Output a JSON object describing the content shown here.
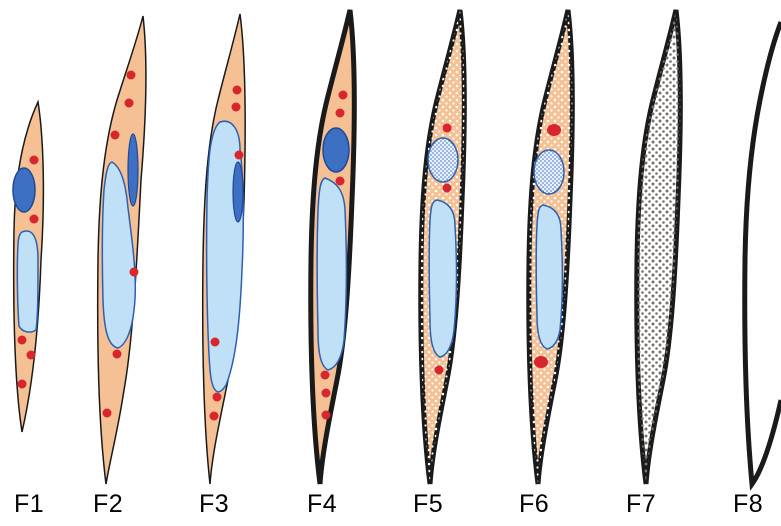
{
  "stages": [
    {
      "id": "F1",
      "label": "F1"
    },
    {
      "id": "F2",
      "label": "F2"
    },
    {
      "id": "F3",
      "label": "F3"
    },
    {
      "id": "F4",
      "label": "F4"
    },
    {
      "id": "F5",
      "label": "F5"
    },
    {
      "id": "F6",
      "label": "F6"
    },
    {
      "id": "F7",
      "label": "F7"
    },
    {
      "id": "F8",
      "label": "F8"
    }
  ],
  "colors": {
    "cytoplasm": "#f4c094",
    "vacuole": "#bfe0f7",
    "nucleus": "#3d6fc2",
    "organelle": "#d7262d",
    "outline": "#1a1a1a",
    "granule": "#7a716a"
  }
}
